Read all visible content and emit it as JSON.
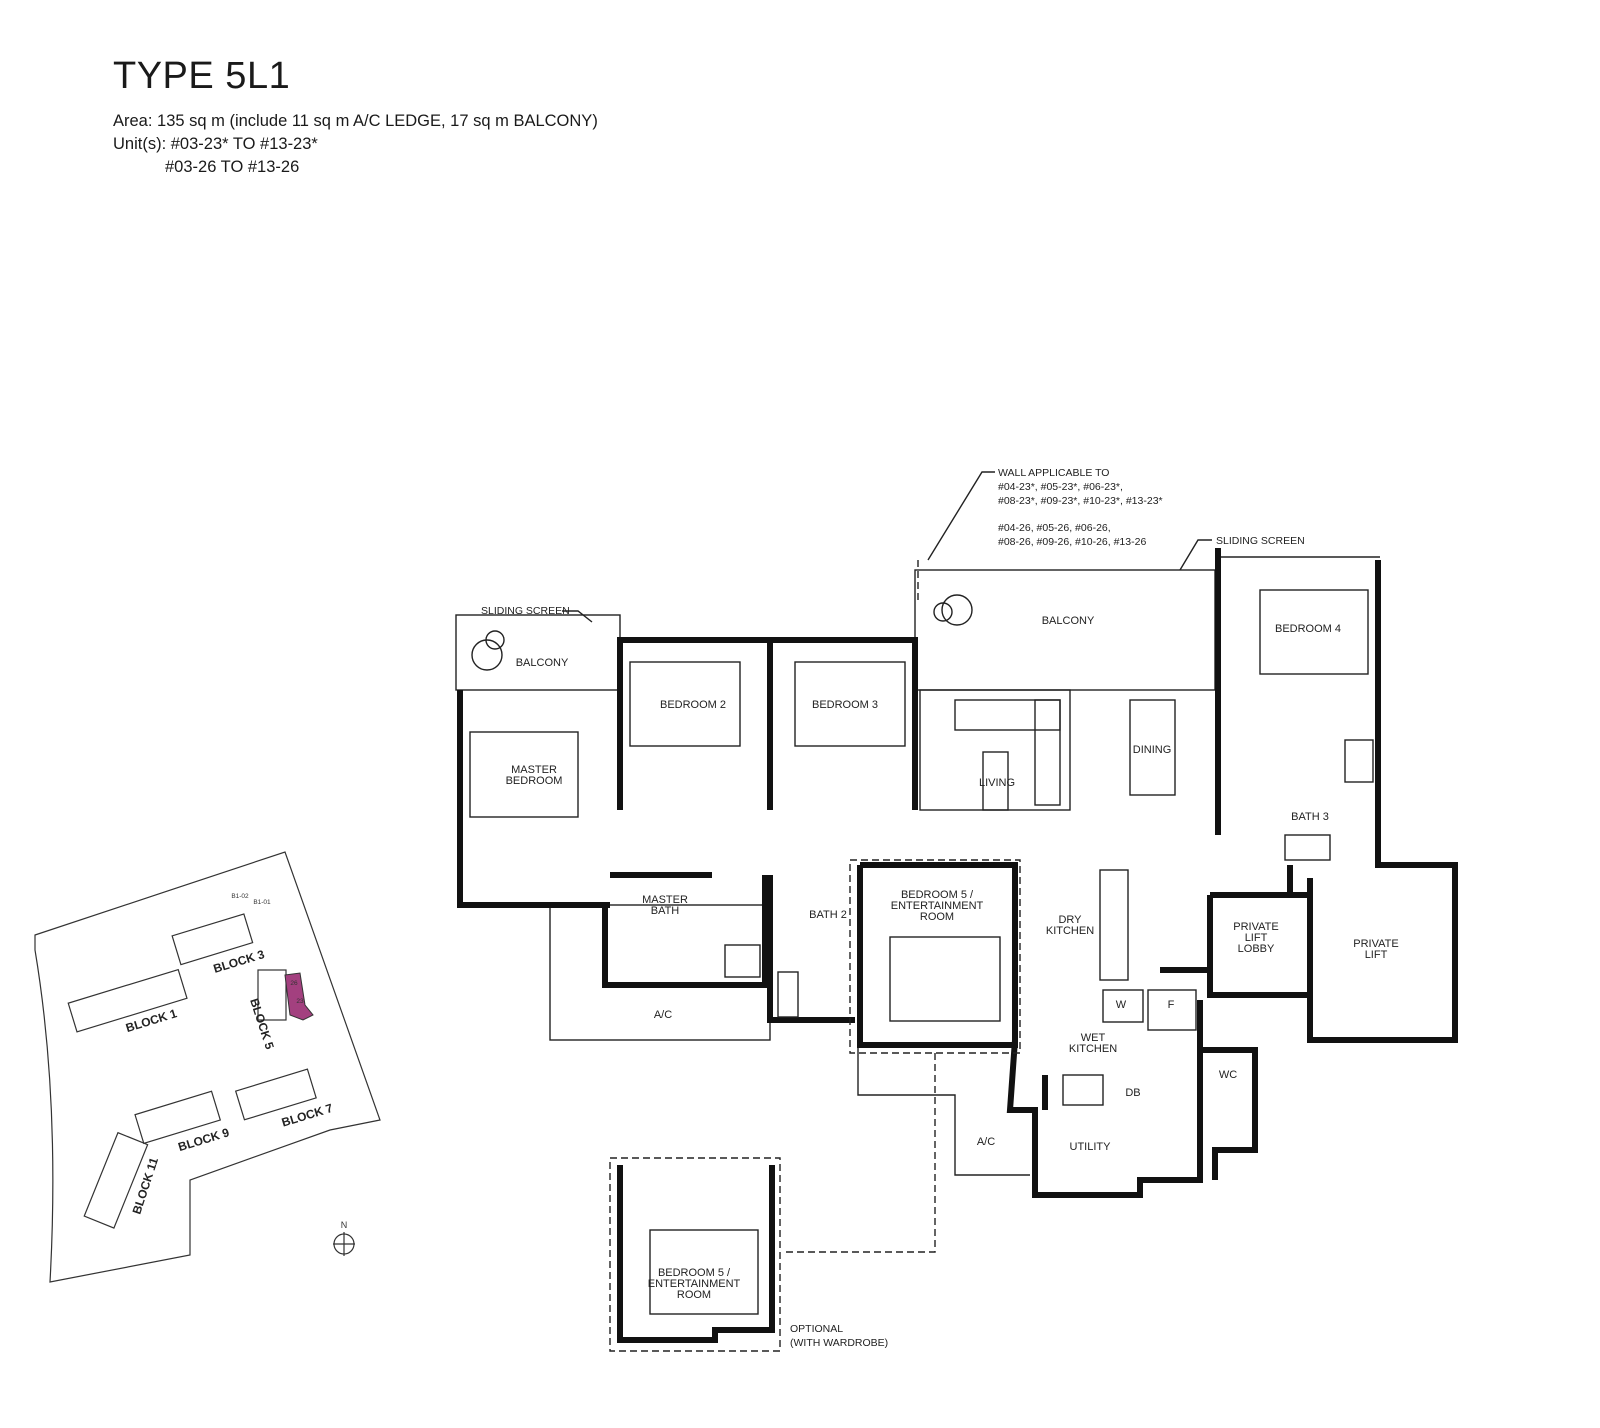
{
  "header": {
    "title": "TYPE 5L1",
    "area": "Area: 135 sq m (include 11 sq m A/C LEDGE, 17 sq m BALCONY)",
    "units_line1": "Unit(s): #03-23* TO #13-23*",
    "units_line2": "#03-26 TO #13-26"
  },
  "annotations": {
    "wall_title": "WALL APPLICABLE TO",
    "wall_l1": "#04-23*, #05-23*, #06-23*,",
    "wall_l2": "#08-23*, #09-23*, #10-23*, #13-23*",
    "wall_l3": "#04-26, #05-26, #06-26,",
    "wall_l4": "#08-26, #09-26, #10-26, #13-26",
    "sliding_screen_left": "SLIDING SCREEN",
    "sliding_screen_right": "SLIDING SCREEN",
    "optional_l1": "OPTIONAL",
    "optional_l2": "(WITH WARDROBE)"
  },
  "rooms": {
    "balcony_left": "BALCONY",
    "balcony_main": "BALCONY",
    "master_bedroom_l1": "MASTER",
    "master_bedroom_l2": "BEDROOM",
    "bedroom2": "BEDROOM 2",
    "bedroom3": "BEDROOM 3",
    "living": "LIVING",
    "dining": "DINING",
    "bedroom4": "BEDROOM 4",
    "bath3": "BATH 3",
    "master_bath_l1": "MASTER",
    "master_bath_l2": "BATH",
    "bath2": "BATH 2",
    "bedroom5_l1": "BEDROOM 5 /",
    "bedroom5_l2": "ENTERTAINMENT",
    "bedroom5_l3": "ROOM",
    "dry_kitchen_l1": "DRY",
    "dry_kitchen_l2": "KITCHEN",
    "wet_kitchen_l1": "WET",
    "wet_kitchen_l2": "KITCHEN",
    "private_lift_lobby_l1": "PRIVATE",
    "private_lift_lobby_l2": "LIFT",
    "private_lift_lobby_l3": "LOBBY",
    "private_lift_l1": "PRIVATE",
    "private_lift_l2": "LIFT",
    "ac_left": "A/C",
    "ac_bottom": "A/C",
    "utility": "UTILITY",
    "wc": "WC",
    "db": "DB",
    "w": "W",
    "f": "F",
    "opt_bedroom5_l1": "BEDROOM 5 /",
    "opt_bedroom5_l2": "ENTERTAINMENT",
    "opt_bedroom5_l3": "ROOM"
  },
  "site_plan": {
    "highlight_color": "#a3407f",
    "north": "N",
    "blocks": {
      "b1": "BLOCK 1",
      "b3": "BLOCK 3",
      "b5": "BLOCK 5",
      "b7": "BLOCK 7",
      "b9": "BLOCK 9",
      "b11": "BLOCK 11"
    },
    "misc": {
      "b102": "B1-02",
      "b101": "B1-01"
    },
    "highlighted_units": {
      "u26": "26",
      "u23": "23"
    }
  }
}
